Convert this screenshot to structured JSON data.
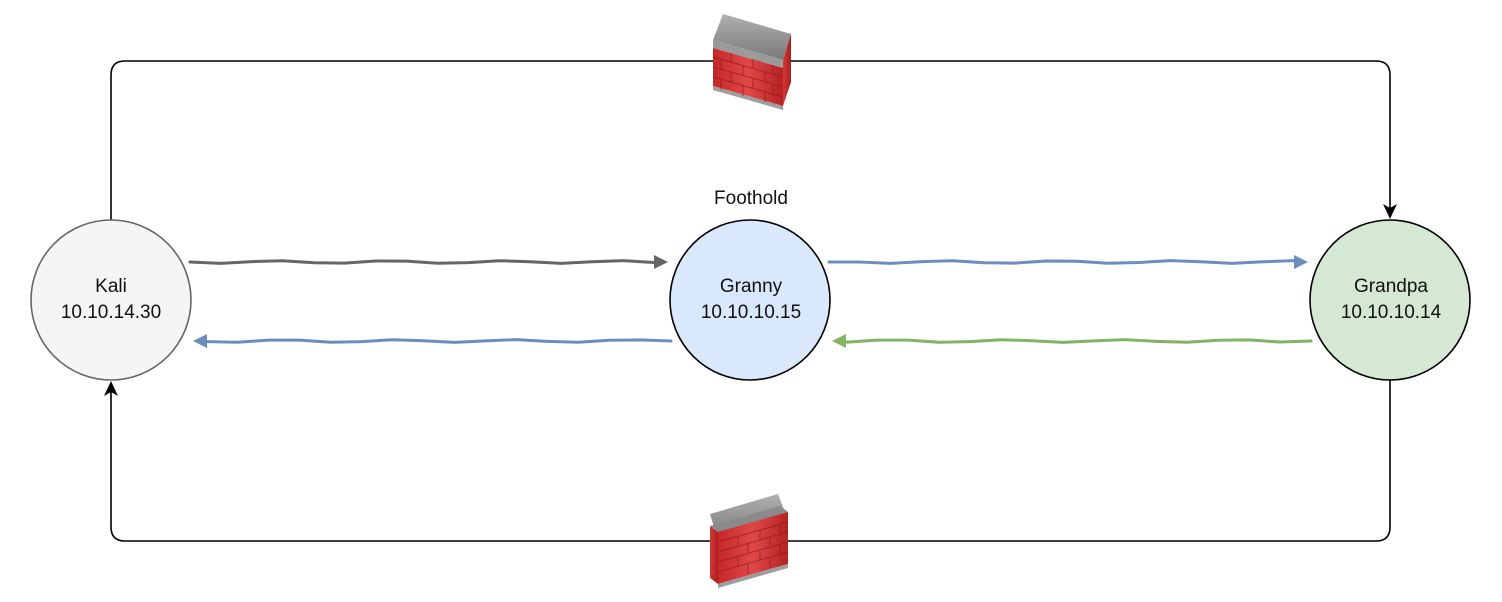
{
  "diagram": {
    "nodes": [
      {
        "id": "kali",
        "name": "Kali",
        "ip": "10.10.14.30",
        "fill": "#f5f5f5",
        "stroke": "#666666"
      },
      {
        "id": "granny",
        "name": "Granny",
        "ip": "10.10.10.15",
        "fill": "#dae8fc",
        "stroke": "#000000",
        "caption": "Foothold"
      },
      {
        "id": "grandpa",
        "name": "Grandpa",
        "ip": "10.10.10.14",
        "fill": "#d5e8d4",
        "stroke": "#000000"
      }
    ],
    "edges": [
      {
        "from": "kali",
        "to": "granny",
        "style": "sketch",
        "color": "#666666"
      },
      {
        "from": "granny",
        "to": "kali",
        "style": "sketch",
        "color": "#6c8ebf"
      },
      {
        "from": "granny",
        "to": "grandpa",
        "style": "sketch",
        "color": "#6c8ebf"
      },
      {
        "from": "grandpa",
        "to": "granny",
        "style": "sketch",
        "color": "#82b366"
      },
      {
        "from": "kali",
        "to": "grandpa",
        "style": "orthogonal",
        "color": "#000000",
        "via": "firewall-top"
      },
      {
        "from": "grandpa",
        "to": "kali",
        "style": "orthogonal",
        "color": "#000000",
        "via": "firewall-bottom"
      }
    ],
    "firewalls": [
      {
        "id": "firewall-top",
        "icon": "firewall-icon"
      },
      {
        "id": "firewall-bottom",
        "icon": "firewall-icon"
      }
    ]
  }
}
